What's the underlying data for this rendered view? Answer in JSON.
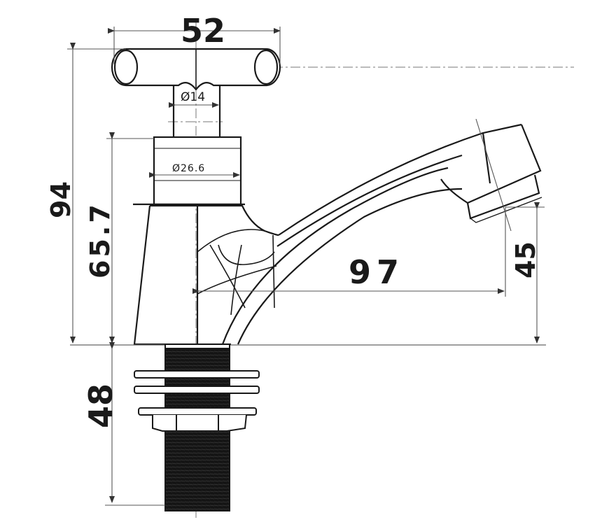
{
  "drawing": {
    "title": "Faucet tap technical dimension drawing",
    "units": "mm",
    "line_color": "#1a1a1a",
    "dim_color": "#555555",
    "background": "#ffffff"
  },
  "dimensions": {
    "handle_width": "52",
    "stem_diameter": "Ø14",
    "body_diameter": "Ø26.6",
    "total_height": "94",
    "body_height": "65.7",
    "spout_reach": "97",
    "spout_height": "45",
    "shank_length": "48"
  }
}
